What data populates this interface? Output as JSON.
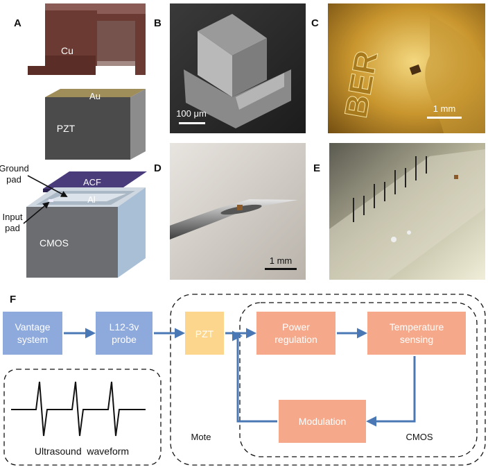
{
  "panels": {
    "A": {
      "letter": "A",
      "layers": {
        "cu": "Cu",
        "au": "Au",
        "pzt": "PZT",
        "acf": "ACF",
        "al": "Al",
        "cmos": "CMOS"
      },
      "callouts": {
        "ground_pad": [
          "Ground",
          "pad"
        ],
        "input_pad": [
          "Input",
          "pad"
        ]
      }
    },
    "B": {
      "letter": "B",
      "scale": "100 μm"
    },
    "C": {
      "letter": "C",
      "scale": "1 mm",
      "coin_text": "BER"
    },
    "D": {
      "letter": "D",
      "scale": "1 mm"
    },
    "E": {
      "letter": "E"
    },
    "F": {
      "letter": "F",
      "blocks": {
        "vantage": [
          "Vantage",
          "system"
        ],
        "probe": [
          "L12-3v",
          "probe"
        ],
        "pzt": "PZT",
        "power": [
          "Power",
          "regulation"
        ],
        "temperature": [
          "Temperature",
          "sensing"
        ],
        "modulation": "Modulation"
      },
      "group_labels": {
        "waveform": "Ultrasound  waveform",
        "mote": "Mote",
        "cmos": "CMOS"
      }
    }
  },
  "colors": {
    "blue_block": "#8ea9dc",
    "pzt_block": "#fcd68c",
    "salmon_block": "#f6a98a",
    "arrow": "#4a78b4",
    "cu": "#6b3a33",
    "pzt_dark": "#4b4b4b",
    "au": "#a08e5a",
    "acf": "#4a3b7a",
    "cmos_front": "#6b6d70",
    "cmos_side": "#a9bfd6"
  }
}
